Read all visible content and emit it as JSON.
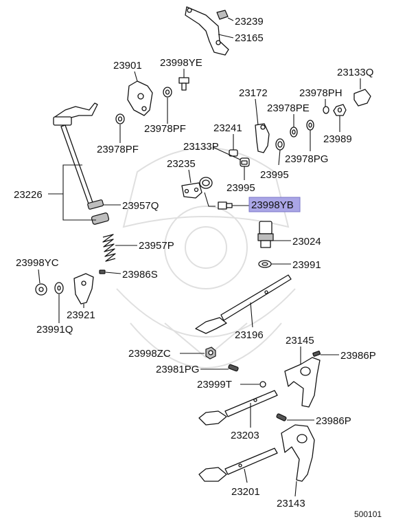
{
  "diagram": {
    "footer_code": "500101",
    "highlight_color": "#aaa6e6",
    "labels": {
      "p23239": "23239",
      "p23165": "23165",
      "p23901": "23901",
      "p23998YE": "23998YE",
      "p23133Q": "23133Q",
      "p23172": "23172",
      "p23978PH": "23978PH",
      "p23978PE": "23978PE",
      "p23978PF_a": "23978PF",
      "p23978PF_b": "23978PF",
      "p23241": "23241",
      "p23989": "23989",
      "p23133P": "23133P",
      "p23978PG": "23978PG",
      "p23235": "23235",
      "p23995_a": "23995",
      "p23995_b": "23995",
      "p23226": "23226",
      "p23957Q": "23957Q",
      "p23998YB": "23998YB",
      "p23024": "23024",
      "p23957P": "23957P",
      "p23991": "23991",
      "p23998YC": "23998YC",
      "p23986S": "23986S",
      "p23921": "23921",
      "p23991Q": "23991Q",
      "p23196": "23196",
      "p23145": "23145",
      "p23998ZC": "23998ZC",
      "p23986P_a": "23986P",
      "p23981PG": "23981PG",
      "p23999T": "23999T",
      "p23986P_b": "23986P",
      "p23203": "23203",
      "p23201": "23201",
      "p23143": "23143"
    }
  }
}
